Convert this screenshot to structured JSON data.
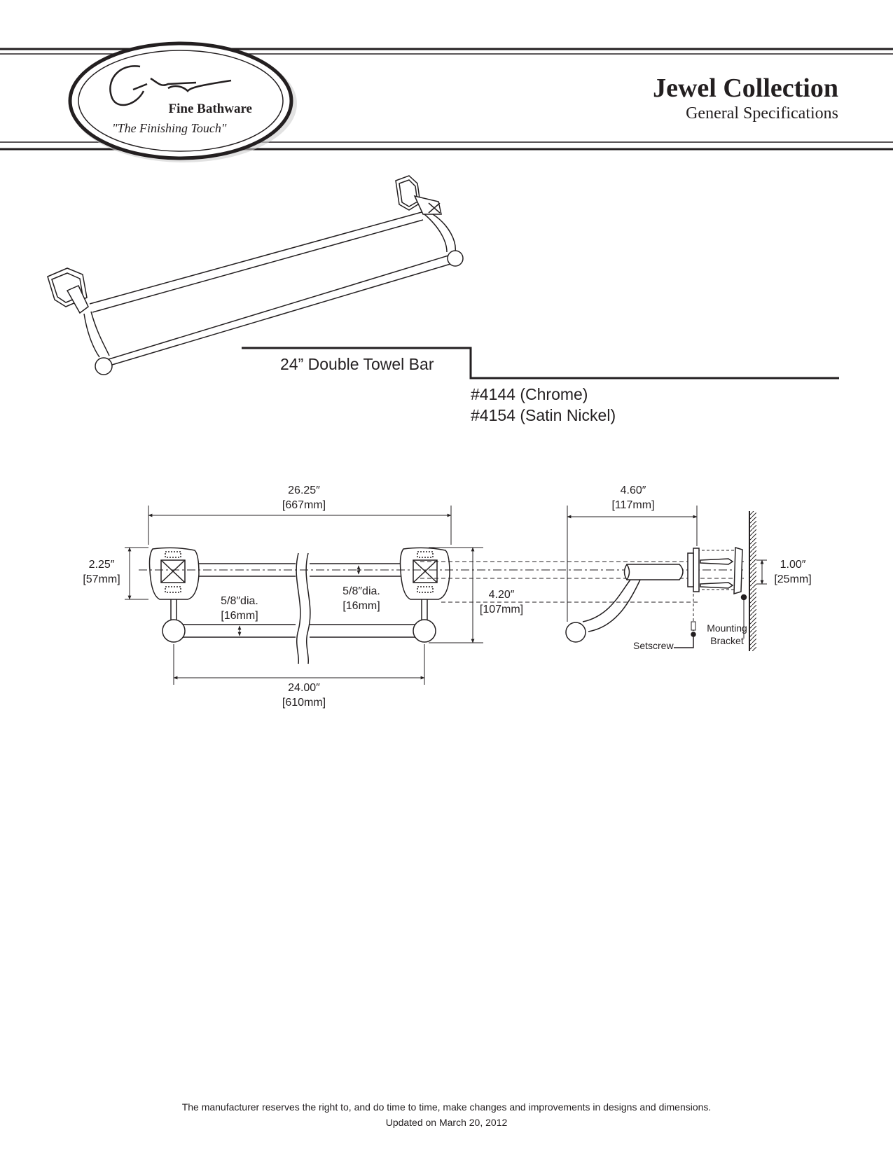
{
  "header": {
    "brand_script": "Gatco",
    "brand_name": "Fine Bathware",
    "tagline": "\"The Finishing Touch\"",
    "title": "Jewel Collection",
    "subtitle": "General Specifications"
  },
  "product": {
    "name": "24” Double Towel Bar",
    "skus": [
      "#4144 (Chrome)",
      "#4154 (Satin Nickel)"
    ]
  },
  "dimensions": {
    "overall_width": {
      "in": "26.25″",
      "mm": "[667mm]"
    },
    "post_height": {
      "in": "2.25″",
      "mm": "[57mm]"
    },
    "upper_bar_dia": {
      "in": "5/8″dia.",
      "mm": "[16mm]"
    },
    "lower_bar_dia": {
      "in": "5/8″dia.",
      "mm": "[16mm]"
    },
    "overall_height": {
      "in": "4.20″",
      "mm": "[107mm]"
    },
    "bar_length": {
      "in": "24.00″",
      "mm": "[610mm]"
    },
    "projection": {
      "in": "4.60″",
      "mm": "[117mm]"
    },
    "bracket_spacing": {
      "in": "1.00″",
      "mm": "[25mm]"
    }
  },
  "callouts": {
    "setscrew": "Setscrew",
    "mounting_line1": "Mounting",
    "mounting_line2": "Bracket"
  },
  "footer": {
    "disclaimer": "The manufacturer reserves the right to, and do time to time, make changes and improvements in designs and dimensions.",
    "updated": "Updated on March 20, 2012"
  }
}
